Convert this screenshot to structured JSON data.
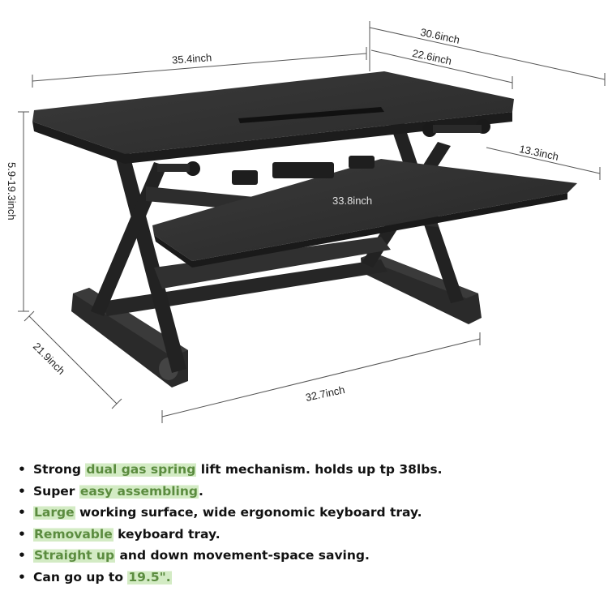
{
  "dimensions": {
    "top_width": "35.4inch",
    "depth_outer": "30.6inch",
    "depth_inner": "22.6inch",
    "tray_depth": "13.3inch",
    "height_range": "5.9-19.3inch",
    "tray_width": "33.8inch",
    "base_depth": "21.9inch",
    "base_width": "32.7inch"
  },
  "features": [
    {
      "parts": [
        {
          "text": "Strong ",
          "hl": false
        },
        {
          "text": "dual gas spring",
          "hl": true
        },
        {
          "text": " lift mechanism. holds up tp 38lbs.",
          "hl": false
        }
      ]
    },
    {
      "parts": [
        {
          "text": "Super ",
          "hl": false
        },
        {
          "text": "easy assembling",
          "hl": true
        },
        {
          "text": ".",
          "hl": false
        }
      ]
    },
    {
      "parts": [
        {
          "text": "Large",
          "hl": true
        },
        {
          "text": " working surface, wide ergonomic keyboard tray.",
          "hl": false
        }
      ]
    },
    {
      "parts": [
        {
          "text": "Removable",
          "hl": true
        },
        {
          "text": " keyboard tray.",
          "hl": false
        }
      ]
    },
    {
      "parts": [
        {
          "text": "Straight up",
          "hl": true
        },
        {
          "text": " and down movement-space saving.",
          "hl": false
        }
      ]
    },
    {
      "parts": [
        {
          "text": "Can go up to ",
          "hl": false
        },
        {
          "text": "19.5\".",
          "hl": true
        }
      ]
    }
  ],
  "colors": {
    "desk_top": "#2b2b2b",
    "desk_edge": "#1c1c1c",
    "frame": "#262626",
    "highlight_bg": "#d3ebc4",
    "highlight_text": "#5b8c3f"
  }
}
